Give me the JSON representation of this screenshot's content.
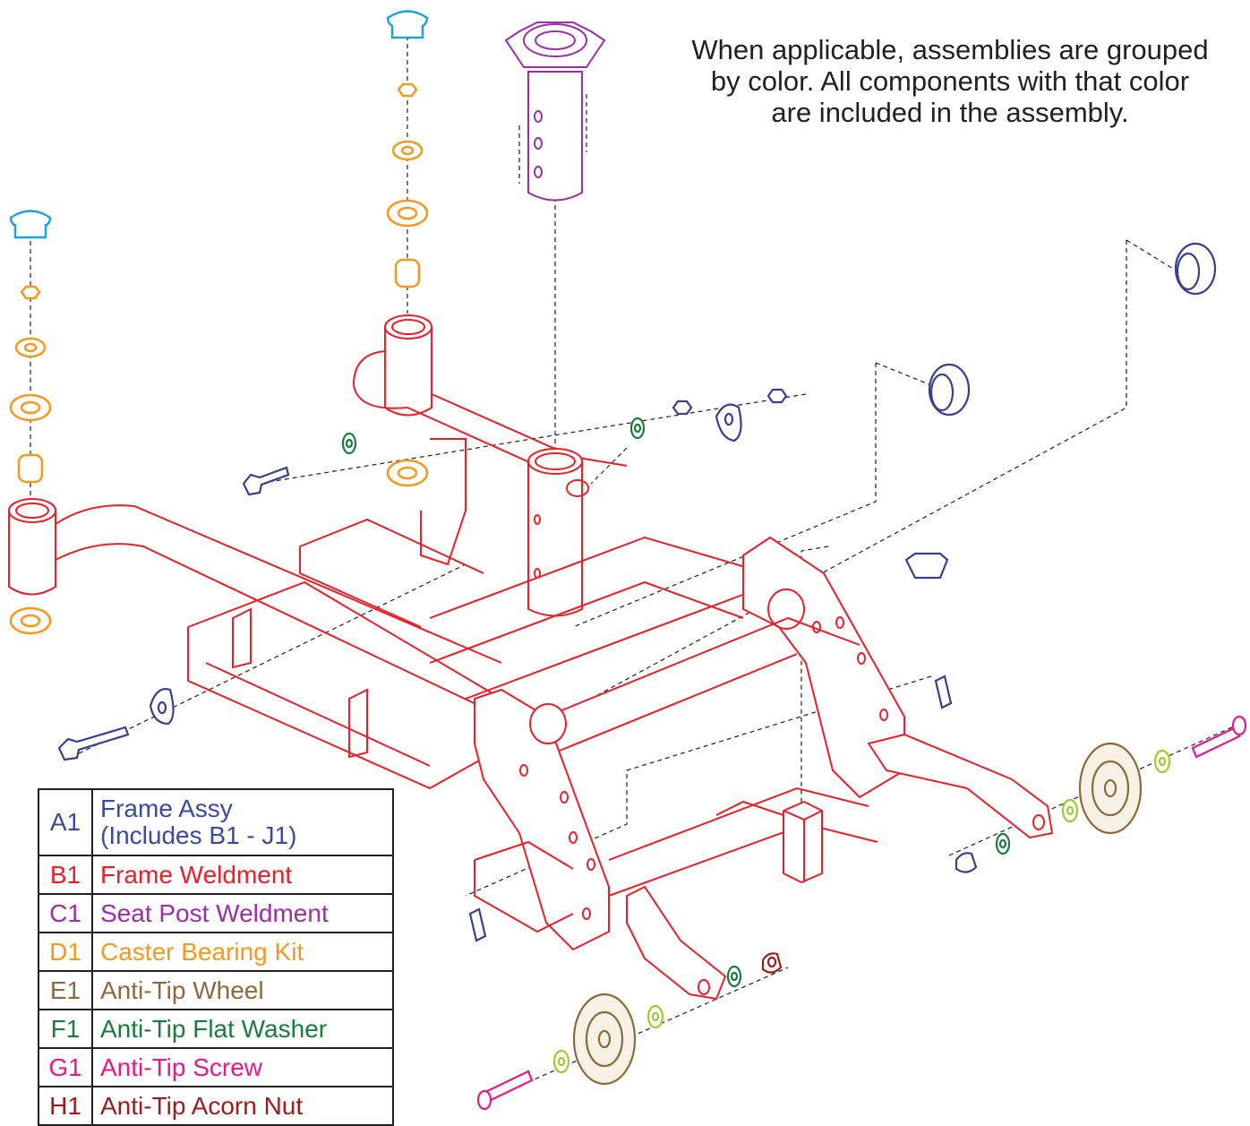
{
  "note": {
    "lines": [
      "When applicable, assemblies are grouped",
      "by color. All components with that color",
      "are included in the assembly."
    ]
  },
  "legend": [
    {
      "code": "A1",
      "desc": "Frame Assy",
      "desc2": "(Includes B1 - J1)",
      "color": "#3a4aa0"
    },
    {
      "code": "B1",
      "desc": "Frame Weldment",
      "color": "#e8202a"
    },
    {
      "code": "C1",
      "desc": "Seat Post Weldment",
      "color": "#9b2fa6"
    },
    {
      "code": "D1",
      "desc": "Caster Bearing Kit",
      "color": "#f39a1e"
    },
    {
      "code": "E1",
      "desc": "Anti-Tip Wheel",
      "color": "#8b6b3d"
    },
    {
      "code": "F1",
      "desc": "Anti-Tip Flat Washer",
      "color": "#1b7b3a"
    },
    {
      "code": "G1",
      "desc": "Anti-Tip Screw",
      "color": "#e6198a"
    },
    {
      "code": "H1",
      "desc": "Anti-Tip Acorn Nut",
      "color": "#9b1c1c"
    }
  ],
  "colors": {
    "frame": "#e8202a",
    "seat_post": "#9b2fa6",
    "caster_bearing": "#f39a1e",
    "cap_cyan": "#1fa3dc",
    "hardware_blue": "#3a3f8f",
    "washer_green": "#1b7b3a",
    "washer_light_green": "#9acd32",
    "wheel": "#8b6b3d",
    "screw": "#e6198a",
    "acorn_nut": "#9b1c1c",
    "line": "#231f20"
  }
}
